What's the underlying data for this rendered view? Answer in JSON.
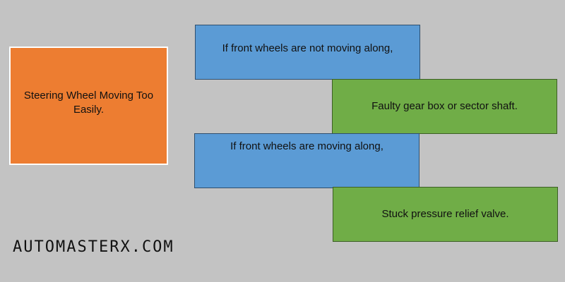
{
  "diagram": {
    "main_node": {
      "text": "Steering Wheel Moving Too Easily.",
      "color": "#ed7d31"
    },
    "branches": [
      {
        "condition": "If front wheels are not moving along,",
        "result": "Faulty gear box or sector shaft."
      },
      {
        "condition": "If front wheels are moving along,",
        "result": "Stuck pressure relief valve."
      }
    ],
    "colors": {
      "background": "#c3c3c3",
      "condition_box": "#5b9bd5",
      "result_box": "#70ad47"
    }
  },
  "watermark": {
    "text": "AUTOMASTERX.COM"
  }
}
